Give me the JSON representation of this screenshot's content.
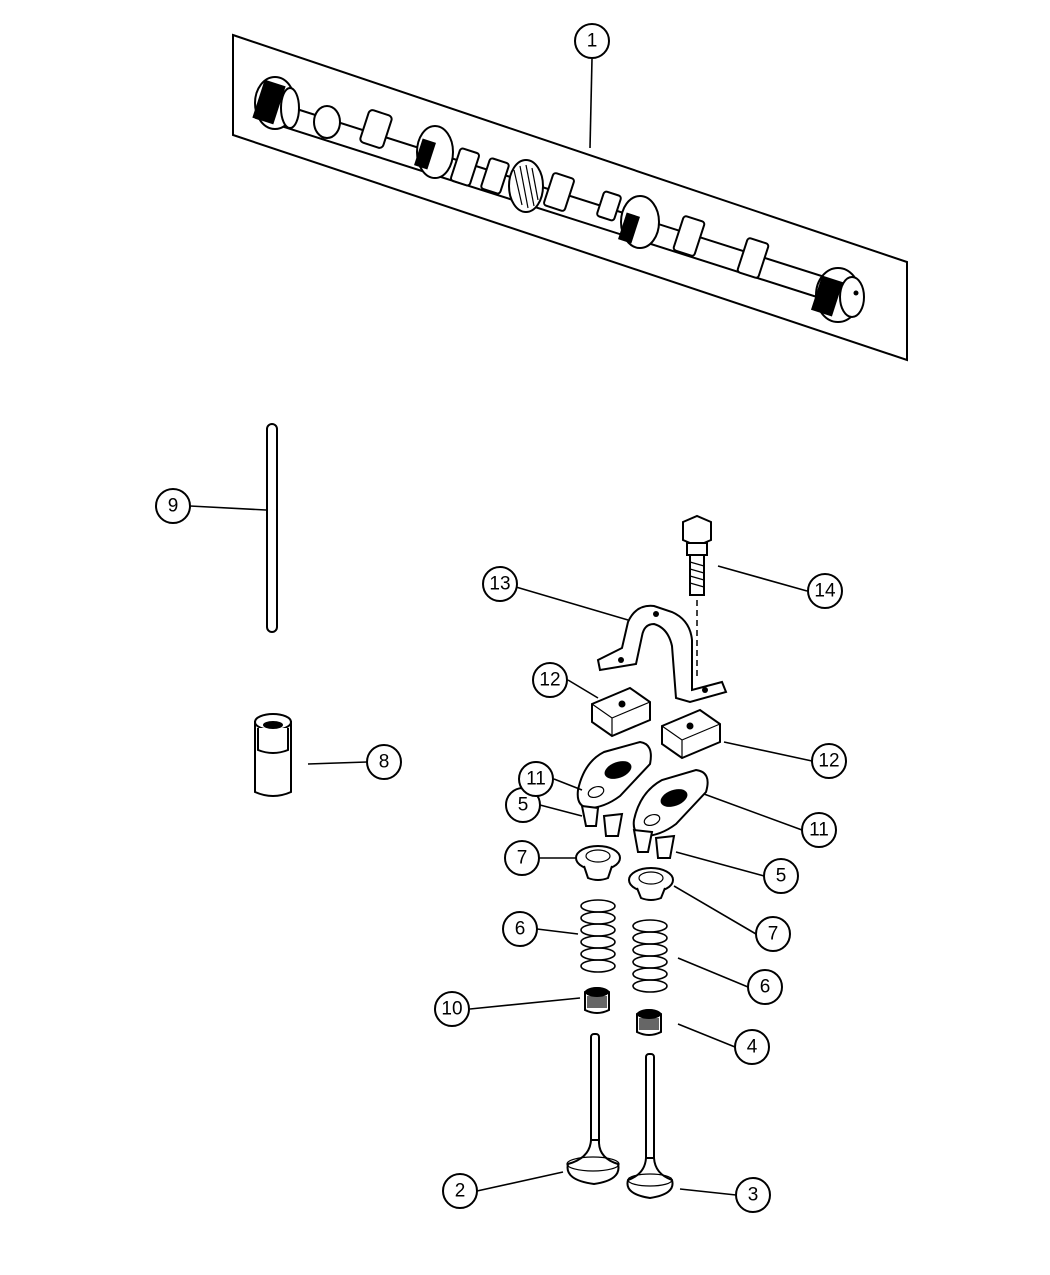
{
  "diagram": {
    "callouts": [
      {
        "id": "c1",
        "label": "1"
      },
      {
        "id": "c2",
        "label": "2"
      },
      {
        "id": "c3",
        "label": "3"
      },
      {
        "id": "c4",
        "label": "4"
      },
      {
        "id": "c5a",
        "label": "5"
      },
      {
        "id": "c5b",
        "label": "5"
      },
      {
        "id": "c6a",
        "label": "6"
      },
      {
        "id": "c6b",
        "label": "6"
      },
      {
        "id": "c7a",
        "label": "7"
      },
      {
        "id": "c7b",
        "label": "7"
      },
      {
        "id": "c8",
        "label": "8"
      },
      {
        "id": "c9",
        "label": "9"
      },
      {
        "id": "c10",
        "label": "10"
      },
      {
        "id": "c11a",
        "label": "11"
      },
      {
        "id": "c11b",
        "label": "11"
      },
      {
        "id": "c12a",
        "label": "12"
      },
      {
        "id": "c12b",
        "label": "12"
      },
      {
        "id": "c13",
        "label": "13"
      },
      {
        "id": "c14",
        "label": "14"
      }
    ]
  }
}
